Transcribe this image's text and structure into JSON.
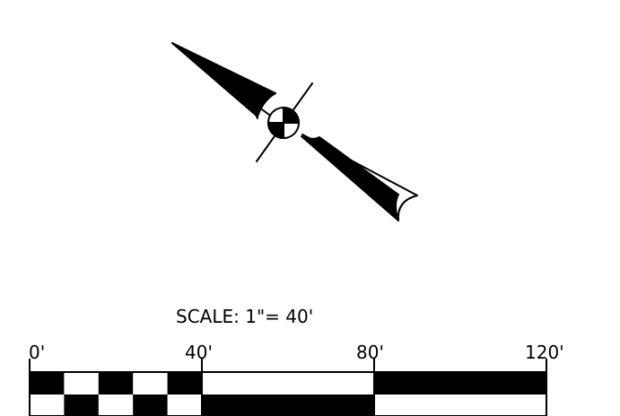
{
  "scale": {
    "label": "SCALE:  1\"= 40'",
    "ticks": [
      {
        "value": 0,
        "label": "0'"
      },
      {
        "value": 40,
        "label": "40'"
      },
      {
        "value": 80,
        "label": "80'"
      },
      {
        "value": 120,
        "label": "120'"
      }
    ],
    "fine_divisions_first_segment": 5
  },
  "colors": {
    "ink": "#000000",
    "paper": "#ffffff"
  },
  "north_arrow": {
    "icon": "north-arrow-icon"
  }
}
